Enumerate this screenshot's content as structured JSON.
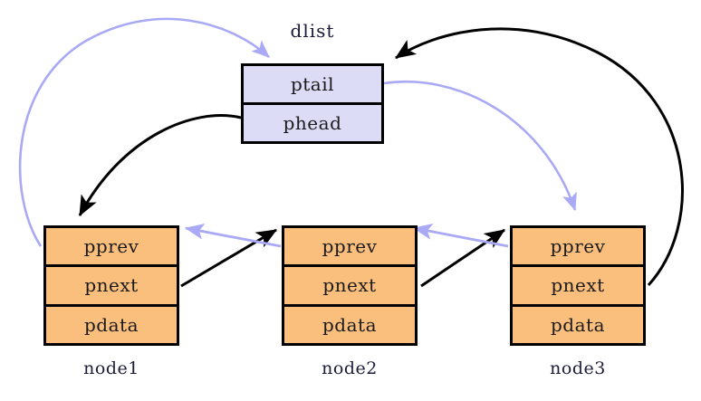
{
  "diagram": {
    "title_label": "dlist",
    "list_head_box": {
      "name": "dlist",
      "fields": [
        "ptail",
        "phead"
      ]
    },
    "nodes": [
      {
        "caption": "node1",
        "fields": [
          "pprev",
          "pnext",
          "pdata"
        ]
      },
      {
        "caption": "node2",
        "fields": [
          "pprev",
          "pnext",
          "pdata"
        ]
      },
      {
        "caption": "node3",
        "fields": [
          "pprev",
          "pnext",
          "pdata"
        ]
      }
    ],
    "colors": {
      "node_fill": "#fabe7d",
      "dlist_fill": "#dcdcf7",
      "border": "#000000",
      "prev_pointer": "#a9a9f5",
      "next_pointer": "#000000",
      "caption_text": "#1c1c3a",
      "background": "#ffffff"
    },
    "edges": [
      {
        "name": "node1-pprev-to-dlist",
        "color": "prev_pointer",
        "from": "node1.pprev",
        "to": "dlist.top-left"
      },
      {
        "name": "dlist-phead-to-node1",
        "color": "next_pointer",
        "from": "dlist.phead",
        "to": "node1.top"
      },
      {
        "name": "node1-pnext-to-node2",
        "color": "next_pointer",
        "from": "node1.pnext",
        "to": "node2.pprev"
      },
      {
        "name": "node2-pprev-to-node1",
        "color": "prev_pointer",
        "from": "node2.pprev",
        "to": "node1.pprev"
      },
      {
        "name": "node2-pnext-to-node3",
        "color": "next_pointer",
        "from": "node2.pnext",
        "to": "node3.pprev"
      },
      {
        "name": "node3-pprev-to-node2",
        "color": "prev_pointer",
        "from": "node3.pprev",
        "to": "node2.pprev"
      },
      {
        "name": "dlist-ptail-to-node3",
        "color": "prev_pointer",
        "from": "dlist.ptail",
        "to": "node3.pprev"
      },
      {
        "name": "node3-pnext-to-dlist",
        "color": "next_pointer",
        "from": "node3.pnext",
        "to": "dlist.top-right"
      }
    ]
  }
}
